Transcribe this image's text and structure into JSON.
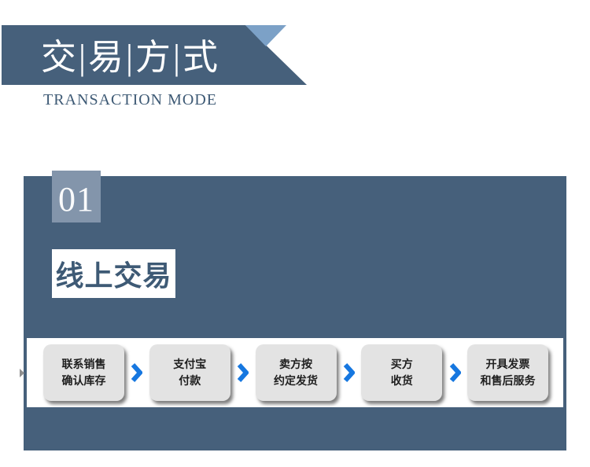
{
  "header": {
    "title": "交|易|方|式",
    "subtitle": "TRANSACTION MODE"
  },
  "section": {
    "number": "01",
    "title": "线上交易",
    "steps": [
      {
        "line1": "联系销售",
        "line2": "确认库存"
      },
      {
        "line1": "支付宝",
        "line2": "付款"
      },
      {
        "line1": "卖方按",
        "line2": "约定发货"
      },
      {
        "line1": "买方",
        "line2": "收货"
      },
      {
        "line1": "开具发票",
        "line2": "和售后服务"
      }
    ],
    "arrow_icon": "chevron-right"
  },
  "colors": {
    "slate": "#46607B",
    "fold_blue": "#7CA1C7",
    "badge_blue": "#8395AB",
    "title_slate": "#3E5A75",
    "step_bg": "#E3E3E3",
    "step_text": "#1E1E1E",
    "arrow_blue": "#1677E0"
  }
}
